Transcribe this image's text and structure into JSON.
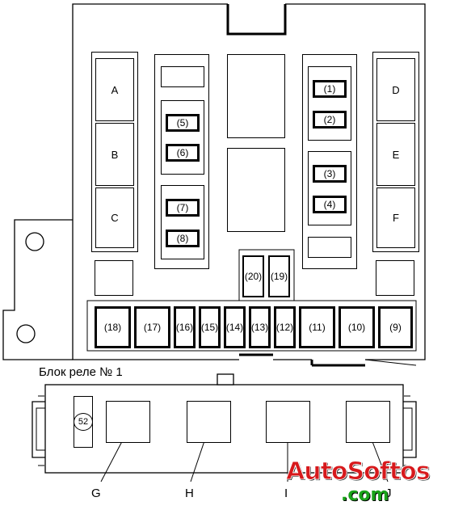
{
  "relay_labels": {
    "A": "A",
    "B": "B",
    "C": "C",
    "D": "D",
    "E": "E",
    "F": "F"
  },
  "upper_fuses": {
    "f1": "(1)",
    "f2": "(2)",
    "f3": "(3)",
    "f4": "(4)",
    "f5": "(5)",
    "f6": "(6)",
    "f7": "(7)",
    "f8": "(8)",
    "f19": "(19)",
    "f20": "(20)"
  },
  "bottom_fuse_row": [
    "(18)",
    "(17)",
    "(16)",
    "(15)",
    "(14)",
    "(13)",
    "(12)",
    "(11)",
    "(10)",
    "(9)"
  ],
  "relay_block": {
    "title": "Блок реле № 1",
    "fuse_52": "52",
    "relay_labels": {
      "G": "G",
      "H": "H",
      "I": "I",
      "J": "J"
    }
  },
  "watermark": {
    "line1": "AutoSoftos",
    "line2": ".com"
  }
}
